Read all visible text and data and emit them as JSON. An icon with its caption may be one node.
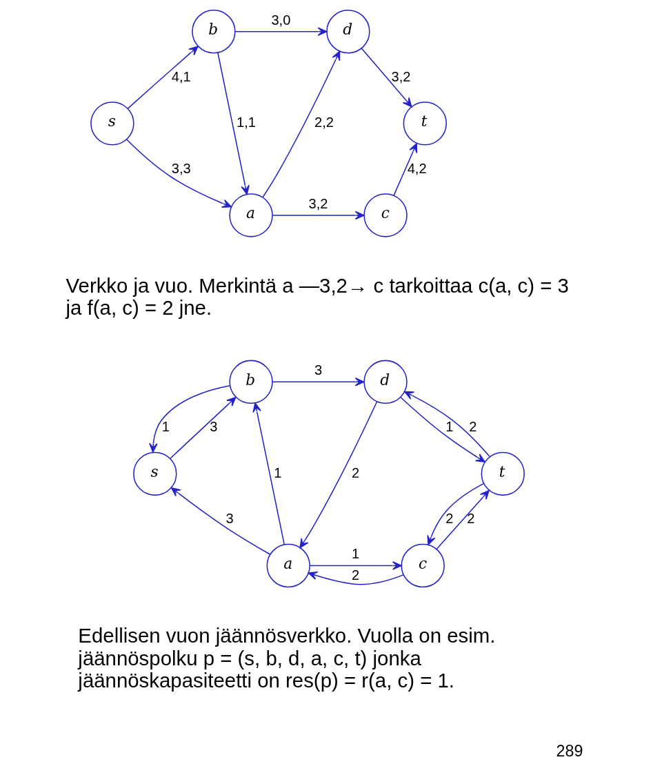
{
  "diagram": {
    "nodes": [
      {
        "text": [
          "b"
        ]
      },
      {
        "text": [
          "d"
        ]
      },
      {
        "text": [
          "s"
        ]
      },
      {
        "text": [
          "t"
        ]
      },
      {
        "text": [
          "a"
        ]
      },
      {
        "text": [
          "c"
        ]
      },
      {
        "text": [
          "b"
        ]
      },
      {
        "text": [
          "d"
        ]
      },
      {
        "text": [
          "s"
        ]
      },
      {
        "text": [
          "t"
        ]
      },
      {
        "text": [
          "a"
        ]
      },
      {
        "text": [
          "c"
        ]
      }
    ],
    "edges": [
      {
        "from": 2,
        "to": 0,
        "arrow": "to",
        "label": "4,1"
      },
      {
        "from": 0,
        "to": 1,
        "arrow": "to",
        "label": "3,0"
      },
      {
        "from": 0,
        "to": 4,
        "arrow": "to",
        "label": "1,1"
      },
      {
        "from": 4,
        "to": 1,
        "arrow": "to",
        "label": "2,2"
      },
      {
        "from": 1,
        "to": 3,
        "arrow": "to",
        "label": "3,2"
      },
      {
        "from": 2,
        "to": 4,
        "arrow": "to",
        "label": "3,3"
      },
      {
        "from": 4,
        "to": 5,
        "arrow": "to",
        "label": "3,2"
      },
      {
        "from": 5,
        "to": 3,
        "arrow": "to",
        "label": "4,2"
      },
      {
        "from": 6,
        "to": 8,
        "arrow": "to",
        "label": "1"
      },
      {
        "from": 8,
        "to": 6,
        "arrow": "to",
        "label": "3"
      },
      {
        "from": 6,
        "to": 7,
        "arrow": "to",
        "label": "3"
      },
      {
        "from": 10,
        "to": 6,
        "arrow": "to",
        "label": "1"
      },
      {
        "from": 7,
        "to": 10,
        "arrow": "to",
        "label": "2"
      },
      {
        "from": 7,
        "to": 9,
        "arrow": "to",
        "label": "1"
      },
      {
        "from": 9,
        "to": 7,
        "arrow": "to",
        "label": "2"
      },
      {
        "from": 10,
        "to": 8,
        "arrow": "to",
        "label": "3"
      },
      {
        "from": 9,
        "to": 11,
        "arrow": "to",
        "label": "2"
      },
      {
        "from": 11,
        "to": 9,
        "arrow": "to",
        "label": "2"
      },
      {
        "from": 10,
        "to": 11,
        "arrow": "to",
        "label": "1"
      },
      {
        "from": 11,
        "to": 10,
        "arrow": "to",
        "label": "2"
      }
    ],
    "labels": [
      "Verkko ja vuo. Merkintä a —3,2→ c tarkoittaa c(a, c) = 3 ja f(a, c) = 2 jne.",
      "Edellisen vuon jäännösverkko. Vuolla on esim. jäännöspolku p = (s, b, d, a, c, t) jonka jäännöskapasiteetti on res(p) = r(a, c) = 1.",
      "289"
    ]
  }
}
